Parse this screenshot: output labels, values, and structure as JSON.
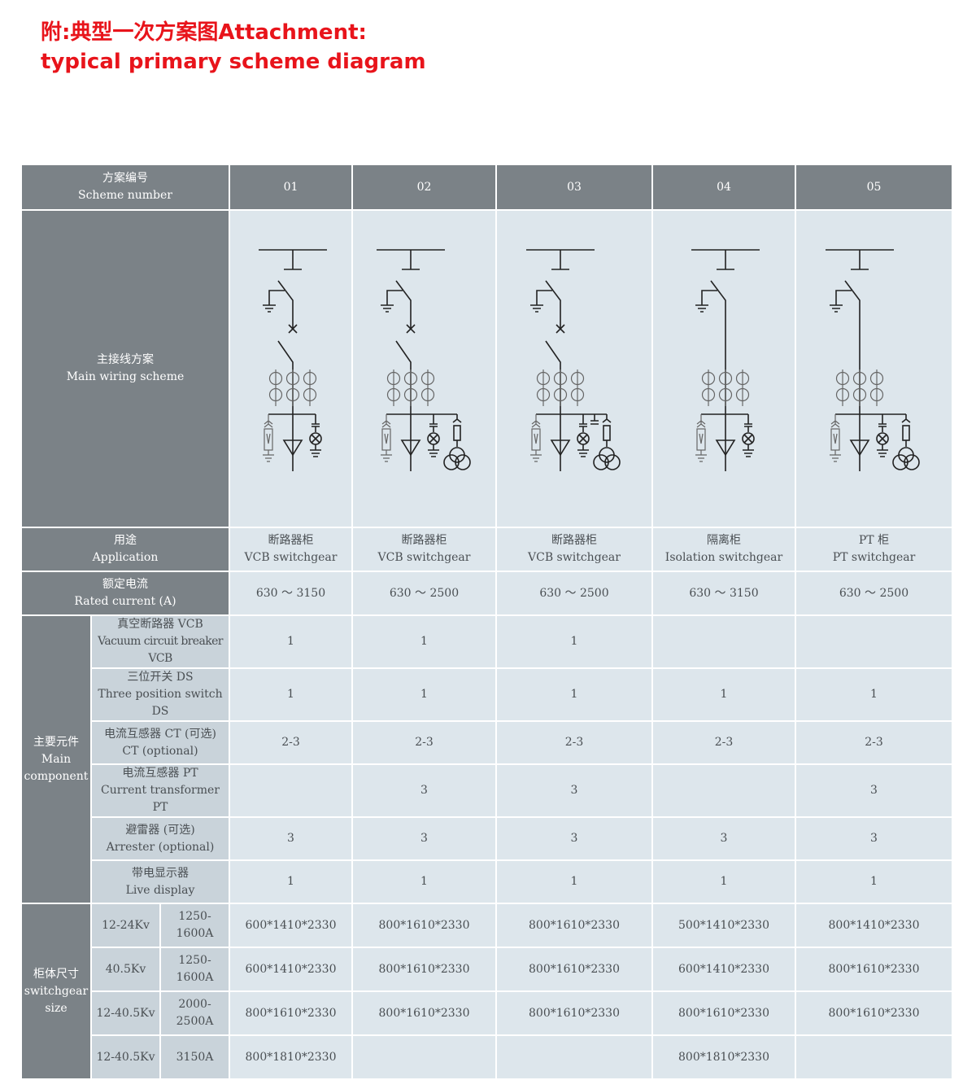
{
  "title": {
    "line1": "附:典型一次方案图Attachment:",
    "line2": "typical primary scheme diagram"
  },
  "header": {
    "cn": "方案编号",
    "en": "Scheme number",
    "schemes": [
      "01",
      "02",
      "03",
      "04",
      "05"
    ]
  },
  "wiring": {
    "cn": "主接线方案",
    "en": "Main wiring scheme"
  },
  "application": {
    "cn": "用途",
    "en": "Application",
    "values": [
      {
        "cn": "断路器柜",
        "en": "VCB switchgear"
      },
      {
        "cn": "断路器柜",
        "en": "VCB switchgear"
      },
      {
        "cn": "断路器柜",
        "en": "VCB switchgear"
      },
      {
        "cn": "隔离柜",
        "en": "Isolation  switchgear"
      },
      {
        "cn": "PT 柜",
        "en": "PT switchgear"
      }
    ]
  },
  "rated_current": {
    "cn": "额定电流",
    "en": "Rated current (A)",
    "values": [
      "630 ～ 3150",
      "630 ～ 2500",
      "630 ～ 2500",
      "630 ～ 3150",
      "630 ～ 2500"
    ]
  },
  "components": {
    "cn": "主要元件",
    "en1": "Main",
    "en2": "component",
    "rows": [
      {
        "cn": "真空断路器 VCB",
        "en": "Vacuum circuit breaker VCB",
        "values": [
          "1",
          "1",
          "1",
          "",
          ""
        ]
      },
      {
        "cn": "三位开关 DS",
        "en": "Three position switch DS",
        "values": [
          "1",
          "1",
          "1",
          "1",
          "1"
        ]
      },
      {
        "cn": "电流互感器 CT (可选)",
        "en": "CT (optional)",
        "values": [
          "2-3",
          "2-3",
          "2-3",
          "2-3",
          "2-3"
        ]
      },
      {
        "cn": "电流互感器 PT",
        "en": "Current transformer PT",
        "values": [
          "",
          "3",
          "3",
          "",
          "3"
        ]
      },
      {
        "cn": "避雷器 (可选)",
        "en": "Arrester (optional)",
        "values": [
          "3",
          "3",
          "3",
          "3",
          "3"
        ]
      },
      {
        "cn": "带电显示器",
        "en": "Live display",
        "values": [
          "1",
          "1",
          "1",
          "1",
          "1"
        ]
      }
    ]
  },
  "size": {
    "cn": "柜体尺寸",
    "en1": "switchgear",
    "en2": "size",
    "rows": [
      {
        "voltage": "12-24Kv",
        "current1": "1250-",
        "current2": "1600A",
        "values": [
          "600*1410*2330",
          "800*1610*2330",
          "800*1610*2330",
          "500*1410*2330",
          "800*1410*2330"
        ]
      },
      {
        "voltage": "40.5Kv",
        "current1": "1250-",
        "current2": "1600A",
        "values": [
          "600*1410*2330",
          "800*1610*2330",
          "800*1610*2330",
          "600*1410*2330",
          "800*1610*2330"
        ]
      },
      {
        "voltage": "12-40.5Kv",
        "current1": "2000-",
        "current2": "2500A",
        "values": [
          "800*1610*2330",
          "800*1610*2330",
          "800*1610*2330",
          "800*1610*2330",
          "800*1610*2330"
        ]
      },
      {
        "voltage": "12-40.5Kv",
        "current1": "3150A",
        "current2": "",
        "values": [
          "800*1810*2330",
          "",
          "",
          "800*1810*2330",
          ""
        ]
      }
    ]
  },
  "colors": {
    "title": "#e8141b",
    "header": "#7b8287",
    "label_cell": "#c9d3da",
    "data_cell": "#dde6ec"
  }
}
